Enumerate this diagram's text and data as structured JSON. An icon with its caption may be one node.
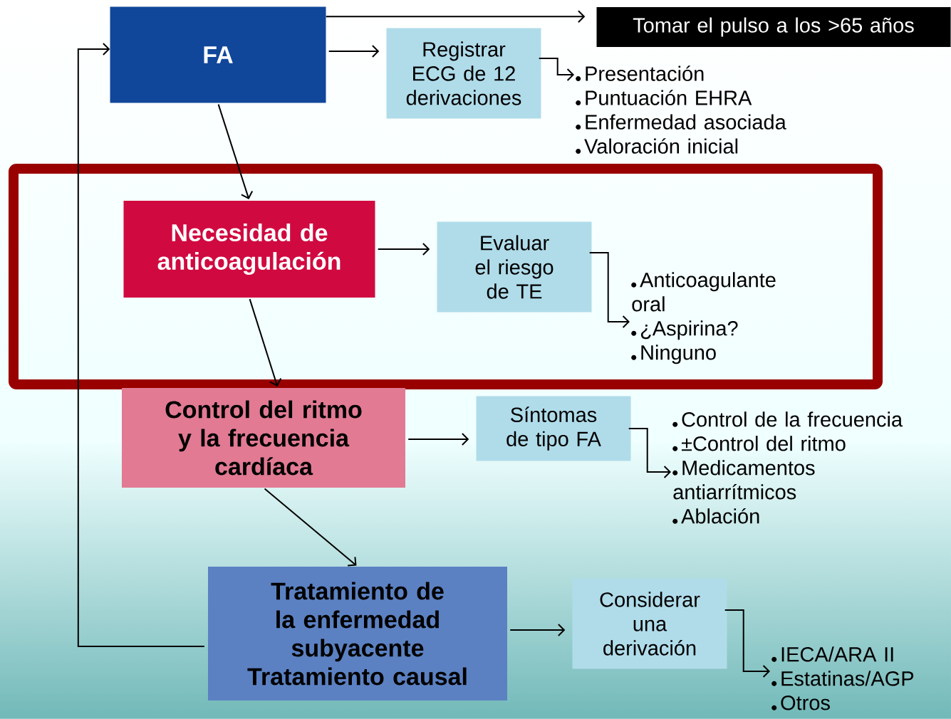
{
  "diagram": {
    "nodes": [
      {
        "text": [
          "FA"
        ]
      },
      {
        "text": [
          "Tomar el pulso a los >65 años"
        ]
      },
      {
        "text": [
          "Registrar ECG de 12 derivaciones"
        ]
      },
      {
        "text": [
          "Presentación",
          "Puntuación EHRA",
          "Enfermedad asociada",
          "Valoración inicial"
        ]
      },
      {
        "text": [
          "Necesidad de anticoagulación"
        ]
      },
      {
        "text": [
          "Evaluar el riesgo de TE"
        ]
      },
      {
        "text": [
          "Anticoagulante oral",
          "¿Aspirina?",
          "Ninguno"
        ]
      },
      {
        "text": [
          "Control del ritmo y la frecuencia cardíaca"
        ]
      },
      {
        "text": [
          "Síntomas de tipo FA"
        ]
      },
      {
        "text": [
          "Control de la frecuencia",
          "±Control del ritmo",
          "Medicamentos antiarrítmicos",
          "Ablación"
        ]
      },
      {
        "text": [
          "Tratamiento de la enfermedad subyacente",
          "Tratamiento causal"
        ]
      },
      {
        "text": [
          "Considerar una derivación"
        ]
      },
      {
        "text": [
          "IECA/ARA II",
          "Estatinas/AGP",
          "Otros"
        ]
      }
    ],
    "edges": [
      {
        "from": 0,
        "to": 1,
        "arrow": "to"
      },
      {
        "from": 0,
        "to": 2,
        "arrow": "to"
      },
      {
        "from": 2,
        "to": 3,
        "arrow": "to"
      },
      {
        "from": 0,
        "to": 4,
        "arrow": "to"
      },
      {
        "from": 4,
        "to": 5,
        "arrow": "to"
      },
      {
        "from": 5,
        "to": 6,
        "arrow": "to"
      },
      {
        "from": 4,
        "to": 7,
        "arrow": "to"
      },
      {
        "from": 7,
        "to": 8,
        "arrow": "to"
      },
      {
        "from": 8,
        "to": 9,
        "arrow": "to"
      },
      {
        "from": 7,
        "to": 10,
        "arrow": "to"
      },
      {
        "from": 10,
        "to": 11,
        "arrow": "to"
      },
      {
        "from": 11,
        "to": 12,
        "arrow": "to"
      },
      {
        "from": 10,
        "to": 0,
        "arrow": "to"
      }
    ]
  }
}
